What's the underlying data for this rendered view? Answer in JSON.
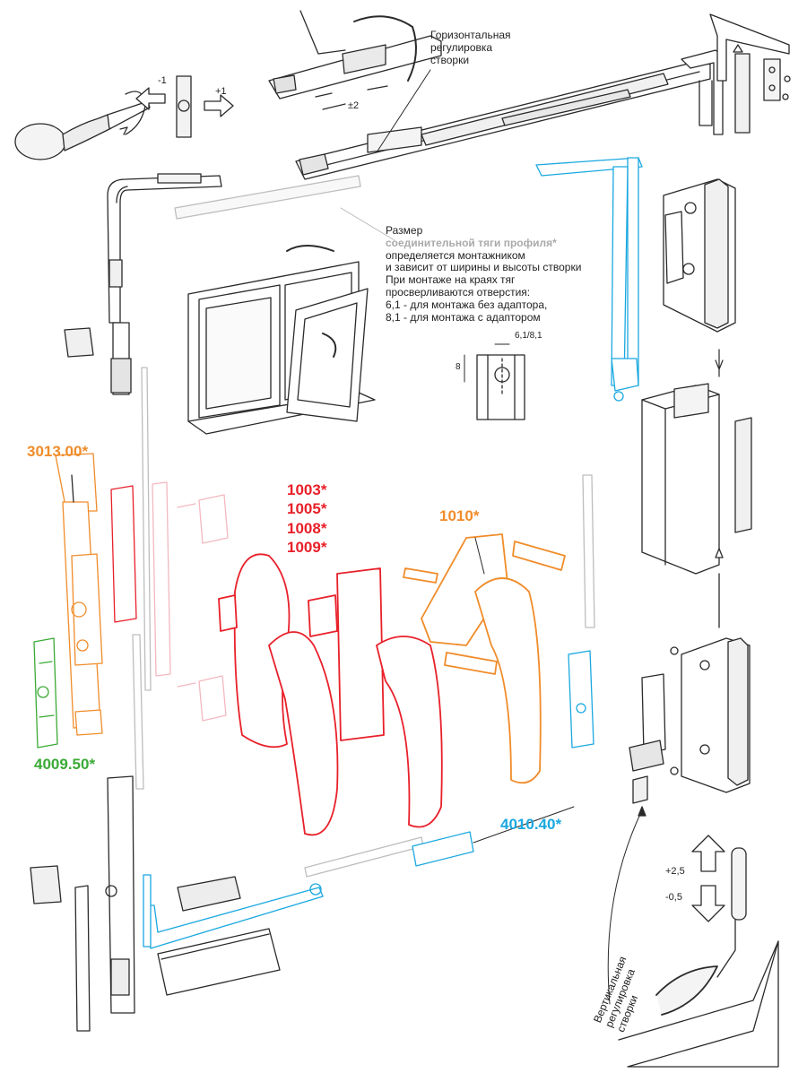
{
  "labels": {
    "horizontal_adjust": [
      "Горизонтальная",
      "регулировка",
      "створки"
    ],
    "size_note": {
      "line1": "Размер",
      "line2_highlight": "соединительной тяги профиля*",
      "line3": "определяется монтажником",
      "line4": "и зависит от ширины и высоты створки",
      "line5": "При монтаже на краях тяг",
      "line6": "просверливаются отверстия:",
      "line7": "6,1 - для монтажа без адаптора,",
      "line8": "8,1 - для монтажа с адаптором"
    },
    "vertical_adjust": [
      "Вертикальная",
      "регулировка",
      "створки"
    ],
    "dim_hole": "6,1/8,1",
    "dim_edge": "8",
    "arrow_minus1": "-1",
    "arrow_plus1": "+1",
    "arrow_pm2": "±2",
    "arrow_plus25": "+2,5",
    "arrow_minus05": "-0,5"
  },
  "codes": {
    "c3013": "3013.00*",
    "c4009": "4009.50*",
    "c1003": "1003*",
    "c1005": "1005*",
    "c1008": "1008*",
    "c1009": "1009*",
    "c1010": "1010*",
    "c4010": "4010.40*"
  },
  "colors": {
    "orange": "#f08c2a",
    "red": "#e8202a",
    "blue": "#1aa8e0",
    "green": "#3aaa35",
    "pink": "#f2b8c0",
    "gray": "#bdbdbd",
    "line": "#2a2a2a"
  }
}
